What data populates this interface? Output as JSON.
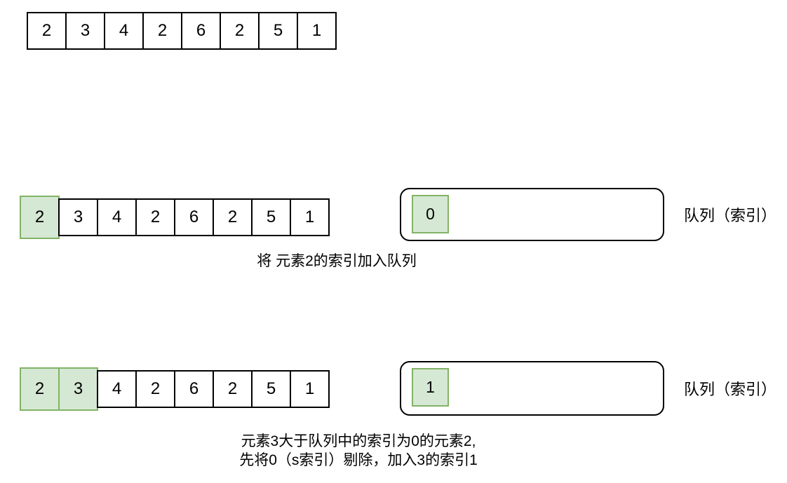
{
  "array": {
    "values": [
      "2",
      "3",
      "4",
      "2",
      "6",
      "2",
      "5",
      "1"
    ]
  },
  "queue_label": "队列（索引）",
  "step1": {
    "queue_value": "0",
    "caption": "将 元素2的索引加入队列"
  },
  "step2": {
    "queue_value": "1",
    "caption_line1": "元素3大于队列中的索引为0的元素2,",
    "caption_line2": "先将0（s索引）剔除，加入3的索引1"
  },
  "colors": {
    "highlight_fill": "#d5e8d4",
    "highlight_stroke": "#82b366",
    "stroke": "#000000"
  }
}
